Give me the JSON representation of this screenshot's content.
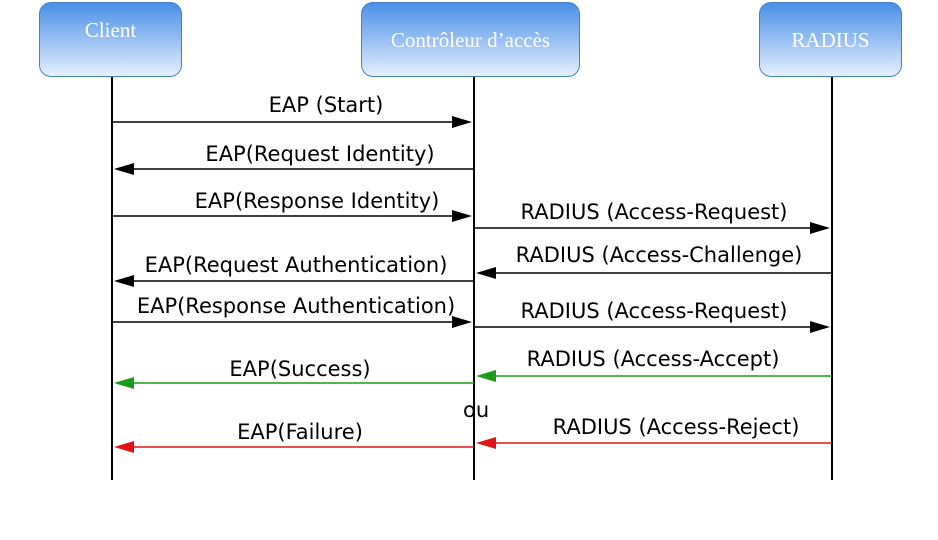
{
  "actors": {
    "client": "Client",
    "controller": "Contrôleur d’accès",
    "radius": "RADIUS"
  },
  "messages": [
    {
      "id": "eap-start",
      "label": "EAP (Start)",
      "from": "client",
      "to": "controller",
      "color": "#000000"
    },
    {
      "id": "eap-request-identity",
      "label": "EAP(Request Identity)",
      "from": "controller",
      "to": "client",
      "color": "#000000"
    },
    {
      "id": "eap-response-identity",
      "label": "EAP(Response Identity)",
      "from": "client",
      "to": "controller",
      "color": "#000000"
    },
    {
      "id": "radius-access-request-1",
      "label": "RADIUS (Access-Request)",
      "from": "controller",
      "to": "radius",
      "color": "#000000"
    },
    {
      "id": "radius-access-challenge",
      "label": "RADIUS (Access-Challenge)",
      "from": "radius",
      "to": "controller",
      "color": "#000000"
    },
    {
      "id": "eap-request-authentication",
      "label": "EAP(Request Authentication)",
      "from": "controller",
      "to": "client",
      "color": "#000000"
    },
    {
      "id": "eap-response-authentication",
      "label": "EAP(Response Authentication)",
      "from": "client",
      "to": "controller",
      "color": "#000000"
    },
    {
      "id": "radius-access-request-2",
      "label": "RADIUS (Access-Request)",
      "from": "controller",
      "to": "radius",
      "color": "#000000"
    },
    {
      "id": "radius-access-accept",
      "label": "RADIUS (Access-Accept)",
      "from": "radius",
      "to": "controller",
      "color": "#1a9c1a"
    },
    {
      "id": "eap-success",
      "label": "EAP(Success)",
      "from": "controller",
      "to": "client",
      "color": "#1a9c1a"
    },
    {
      "id": "radius-access-reject",
      "label": "RADIUS (Access-Reject)",
      "from": "radius",
      "to": "controller",
      "color": "#e01515"
    },
    {
      "id": "eap-failure",
      "label": "EAP(Failure)",
      "from": "controller",
      "to": "client",
      "color": "#e01515"
    }
  ],
  "separator": "ou"
}
